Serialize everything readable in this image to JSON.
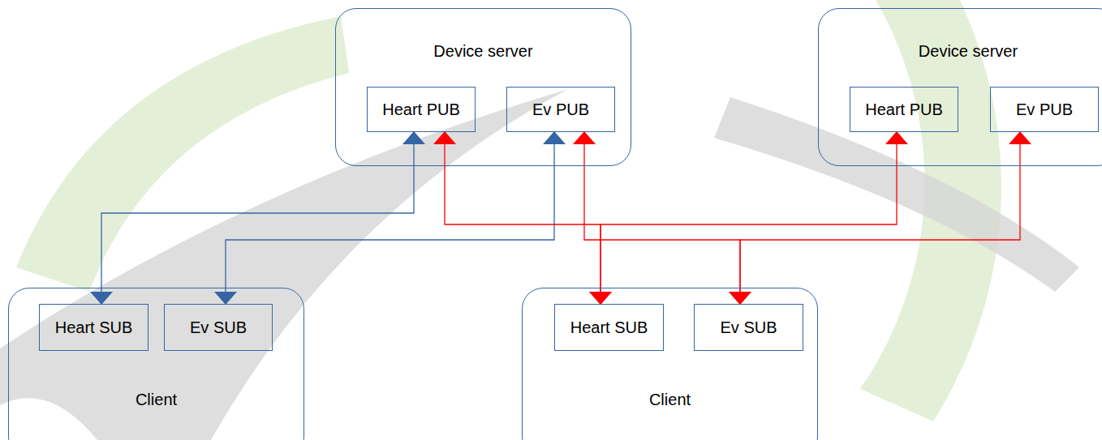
{
  "diagram": {
    "nodes": [
      {
        "text": [
          "Device server"
        ]
      },
      {
        "text": [
          "Heart PUB"
        ],
        "in": 0
      },
      {
        "text": [
          "Ev PUB"
        ],
        "in": 0
      },
      {
        "text": [
          "Device server"
        ]
      },
      {
        "text": [
          "Heart PUB"
        ],
        "in": 3
      },
      {
        "text": [
          "Ev PUB"
        ],
        "in": 3
      },
      {
        "text": [
          "Client"
        ]
      },
      {
        "text": [
          "Heart SUB"
        ],
        "in": 6
      },
      {
        "text": [
          "Ev SUB"
        ],
        "in": 6
      },
      {
        "text": [
          "Client"
        ]
      },
      {
        "text": [
          "Heart SUB"
        ],
        "in": 9
      },
      {
        "text": [
          "Ev SUB"
        ],
        "in": 9
      }
    ],
    "edges": [
      {
        "from": 1,
        "to": 7,
        "arrow": "both"
      },
      {
        "from": 2,
        "to": 8,
        "arrow": "both"
      },
      {
        "from": 1,
        "to": 10,
        "arrow": "both"
      },
      {
        "from": 4,
        "to": 10,
        "arrow": "both"
      },
      {
        "from": 2,
        "to": 11,
        "arrow": "both"
      },
      {
        "from": 5,
        "to": 11,
        "arrow": "both"
      }
    ]
  }
}
